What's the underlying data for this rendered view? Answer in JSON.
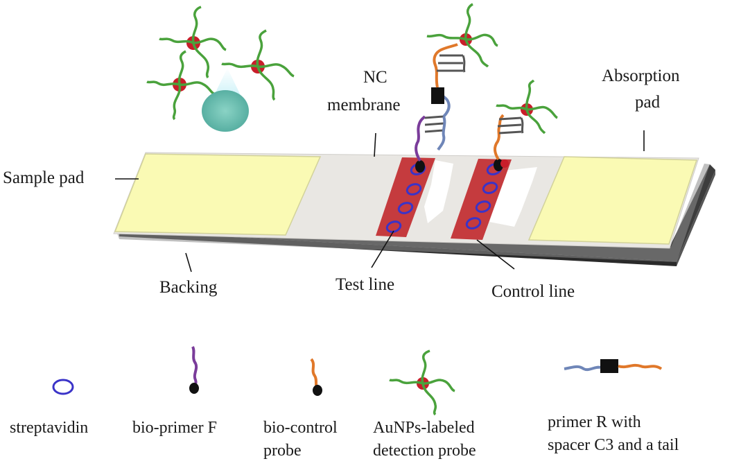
{
  "labels": {
    "nc_line1": "NC",
    "nc_line2": "membrane",
    "absorption_line1": "Absorption",
    "absorption_line2": "pad",
    "sample_pad": "Sample pad",
    "backing": "Backing",
    "test_line": "Test line",
    "control_line": "Control line"
  },
  "legend": {
    "streptavidin": "streptavidin",
    "bio_primer_f": "bio-primer F",
    "bio_control_line1": "bio-control",
    "bio_control_line2": "probe",
    "aunps_line1": "AuNPs-labeled",
    "aunps_line2": "detection  probe",
    "primer_r_line1": "primer R with",
    "primer_r_line2": "spacer C3 and a tail"
  },
  "colors": {
    "sample_pad": "#fafab4",
    "nc_membrane": "#e9e7e3",
    "backing": "#3d3d3d",
    "line_red": "#c53b3e",
    "streptavidin": "#3a33c8",
    "gold_np": "#c81e2a",
    "probe_green": "#4aa23c",
    "primer_f_purple": "#7a3c9a",
    "control_orange": "#e0782a",
    "primer_r_blue": "#6f86b8",
    "sample_drop": "#5fb8aa"
  }
}
